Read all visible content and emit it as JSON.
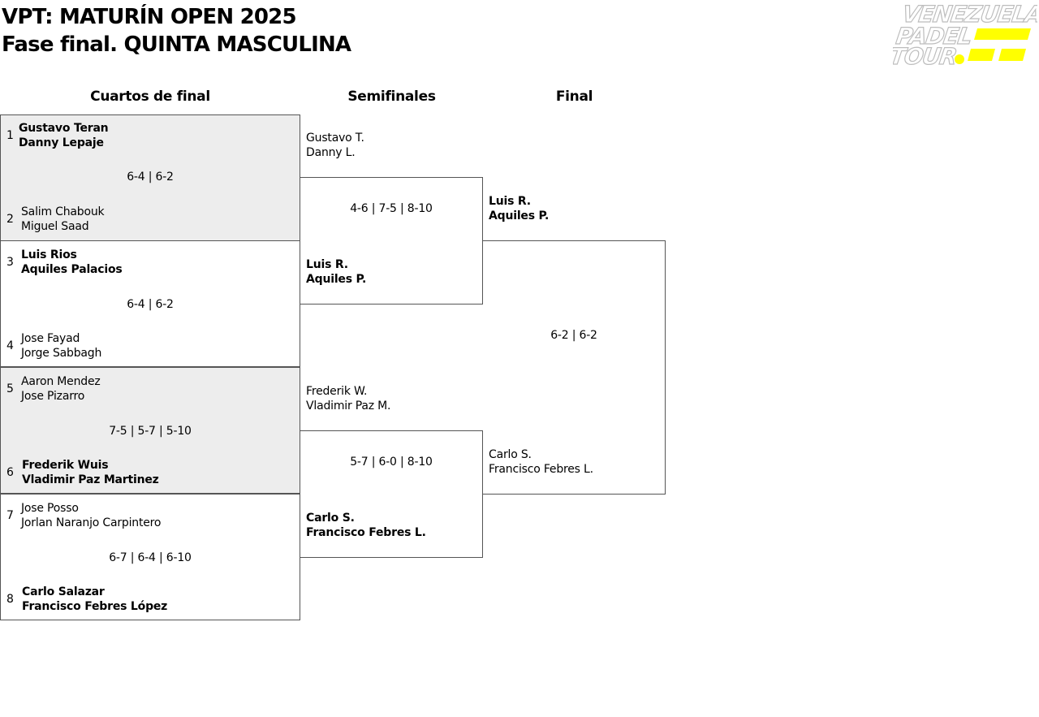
{
  "header": {
    "title_line1": "VPT: MATURÍN OPEN 2025",
    "title_line2": "Fase final. QUINTA MASCULINA",
    "logo": {
      "line1": "VENEZUELA",
      "line2": "PADEL",
      "line3": "TOUR",
      "accent_color": "#ffff00"
    }
  },
  "rounds": {
    "quarterfinals": "Cuartos de final",
    "semifinals": "Semifinales",
    "final": "Final"
  },
  "quarterfinals": [
    {
      "score": "6-4 | 6-2",
      "team_a": {
        "seed": "1",
        "p1": "Gustavo Teran",
        "p2": "Danny Lepaje",
        "winner": true
      },
      "team_b": {
        "seed": "2",
        "p1": "Salim Chabouk",
        "p2": "Miguel Saad",
        "winner": false
      }
    },
    {
      "score": "6-4 | 6-2",
      "team_a": {
        "seed": "3",
        "p1": "Luis Rios",
        "p2": "Aquiles Palacios",
        "winner": true
      },
      "team_b": {
        "seed": "4",
        "p1": "Jose Fayad",
        "p2": "Jorge Sabbagh",
        "winner": false
      }
    },
    {
      "score": "7-5 | 5-7 | 5-10",
      "team_a": {
        "seed": "5",
        "p1": "Aaron Mendez",
        "p2": "Jose Pizarro",
        "winner": false
      },
      "team_b": {
        "seed": "6",
        "p1": "Frederik Wuis",
        "p2": "Vladimir Paz Martinez",
        "winner": true
      }
    },
    {
      "score": "6-7 | 6-4 | 6-10",
      "team_a": {
        "seed": "7",
        "p1": "Jose Posso",
        "p2": "Jorlan Naranjo Carpintero",
        "winner": false
      },
      "team_b": {
        "seed": "8",
        "p1": "Carlo Salazar",
        "p2": "Francisco Febres López",
        "winner": true
      }
    }
  ],
  "semifinals": [
    {
      "score": "4-6 | 7-5 | 8-10",
      "team_a": {
        "p1": "Gustavo T.",
        "p2": "Danny L.",
        "winner": false
      },
      "team_b": {
        "p1": "Luis R.",
        "p2": "Aquiles P.",
        "winner": true
      }
    },
    {
      "score": "5-7 | 6-0 | 8-10",
      "team_a": {
        "p1": "Frederik W.",
        "p2": "Vladimir Paz M.",
        "winner": false
      },
      "team_b": {
        "p1": "Carlo S.",
        "p2": "Francisco Febres L.",
        "winner": true
      }
    }
  ],
  "final": {
    "score": "6-2 | 6-2",
    "team_a": {
      "p1": "Luis R.",
      "p2": "Aquiles P.",
      "winner": true
    },
    "team_b": {
      "p1": "Carlo S.",
      "p2": "Francisco Febres L.",
      "winner": false
    }
  }
}
